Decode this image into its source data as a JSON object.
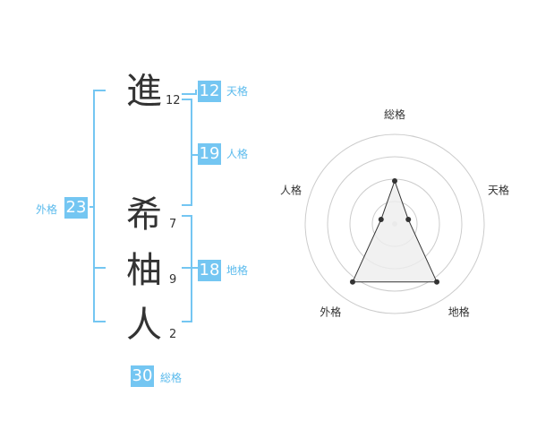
{
  "name_chars": [
    {
      "char": "進",
      "strokes": "12"
    },
    {
      "char": "希",
      "strokes": "7"
    },
    {
      "char": "柚",
      "strokes": "9"
    },
    {
      "char": "人",
      "strokes": "2"
    }
  ],
  "fortunes": {
    "tenkaku": {
      "value": "12",
      "label": "天格"
    },
    "jinkaku": {
      "value": "19",
      "label": "人格"
    },
    "chikaku": {
      "value": "18",
      "label": "地格"
    },
    "gaikaku": {
      "value": "23",
      "label": "外格"
    },
    "soukaku": {
      "value": "30",
      "label": "総格"
    }
  },
  "colors": {
    "accent": "#74c6f2",
    "accent_text": "#5bbbed",
    "text": "#333333",
    "grid": "#cccccc",
    "polygon_fill": "#eeeeee"
  },
  "chart_data": {
    "type": "radar",
    "axes": [
      "総格",
      "天格",
      "地格",
      "外格",
      "人格"
    ],
    "values": [
      3,
      1,
      5,
      5,
      1
    ],
    "max": 5,
    "rings": 4
  }
}
